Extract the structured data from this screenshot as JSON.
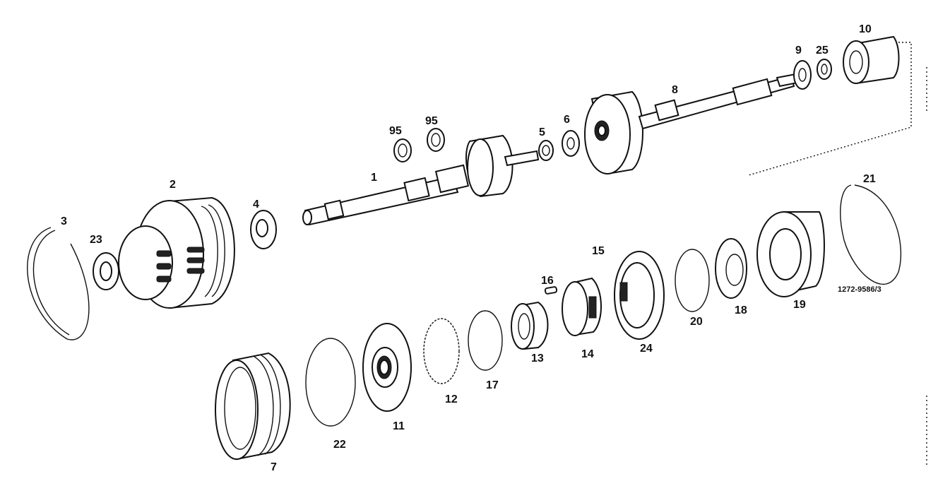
{
  "callouts": {
    "p1": "1",
    "p2": "2",
    "p3": "3",
    "p4": "4",
    "p5": "5",
    "p6": "6",
    "p7": "7",
    "p8": "8",
    "p9": "9",
    "p10": "10",
    "p11": "11",
    "p12": "12",
    "p13": "13",
    "p14": "14",
    "p15": "15",
    "p16": "16",
    "p17": "17",
    "p18": "18",
    "p19": "19",
    "p20": "20",
    "p21": "21",
    "p22": "22",
    "p23": "23",
    "p24": "24",
    "p25": "25",
    "p95a": "95",
    "p95b": "95"
  },
  "reference_number": "1272-9586/3"
}
